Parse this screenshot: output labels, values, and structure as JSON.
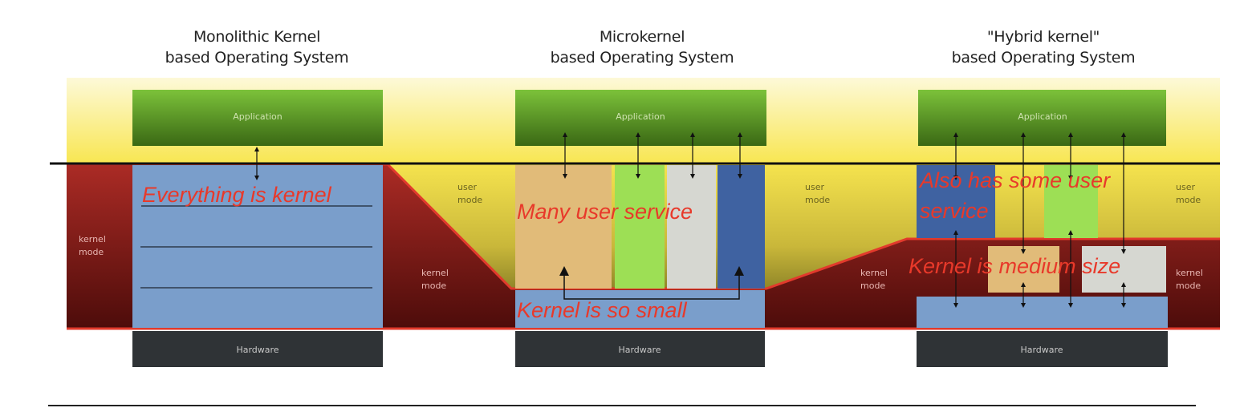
{
  "diagrams": [
    {
      "title_line1": "Monolithic Kernel",
      "title_line2": "based Operating System",
      "application_label": "Application",
      "hardware_label": "Hardware",
      "kernel_mode_label_line1": "kernel",
      "kernel_mode_label_line2": "mode",
      "annotation": "Everything is kernel"
    },
    {
      "title_line1": "Microkernel",
      "title_line2": "based Operating System",
      "application_label": "Application",
      "hardware_label": "Hardware",
      "user_mode_label_line1": "user",
      "user_mode_label_line2": "mode",
      "kernel_mode_label_line1": "kernel",
      "kernel_mode_label_line2": "mode",
      "annotation_services": "Many user service",
      "annotation_kernel": "Kernel is so small"
    },
    {
      "title_line1": "\"Hybrid kernel\"",
      "title_line2": "based Operating System",
      "application_label": "Application",
      "hardware_label": "Hardware",
      "user_mode_label_line1": "user",
      "user_mode_label_line2": "mode",
      "kernel_mode_label_line1": "kernel",
      "kernel_mode_label_line2": "mode",
      "annotation_services_line1": "Also has some user",
      "annotation_services_line2": "service",
      "annotation_kernel": "Kernel is medium size"
    }
  ],
  "colors": {
    "user_mode_top": "#fdf6c8",
    "user_mode_mid": "#f7e75a",
    "user_mode_bottom": "#5c5a1a",
    "kernel_mode_top": "#a82a24",
    "kernel_mode_bottom": "#4f0c0a",
    "application_top": "#7cc23a",
    "application_bottom": "#3b6a14",
    "kernel_blue": "#7a9ecb",
    "service_tan": "#e1bb79",
    "service_green": "#9ddf55",
    "service_grey": "#d6d7d1",
    "service_blue": "#3f62a1",
    "hardware": "#2f3336",
    "annotation_red": "#e8392a"
  }
}
